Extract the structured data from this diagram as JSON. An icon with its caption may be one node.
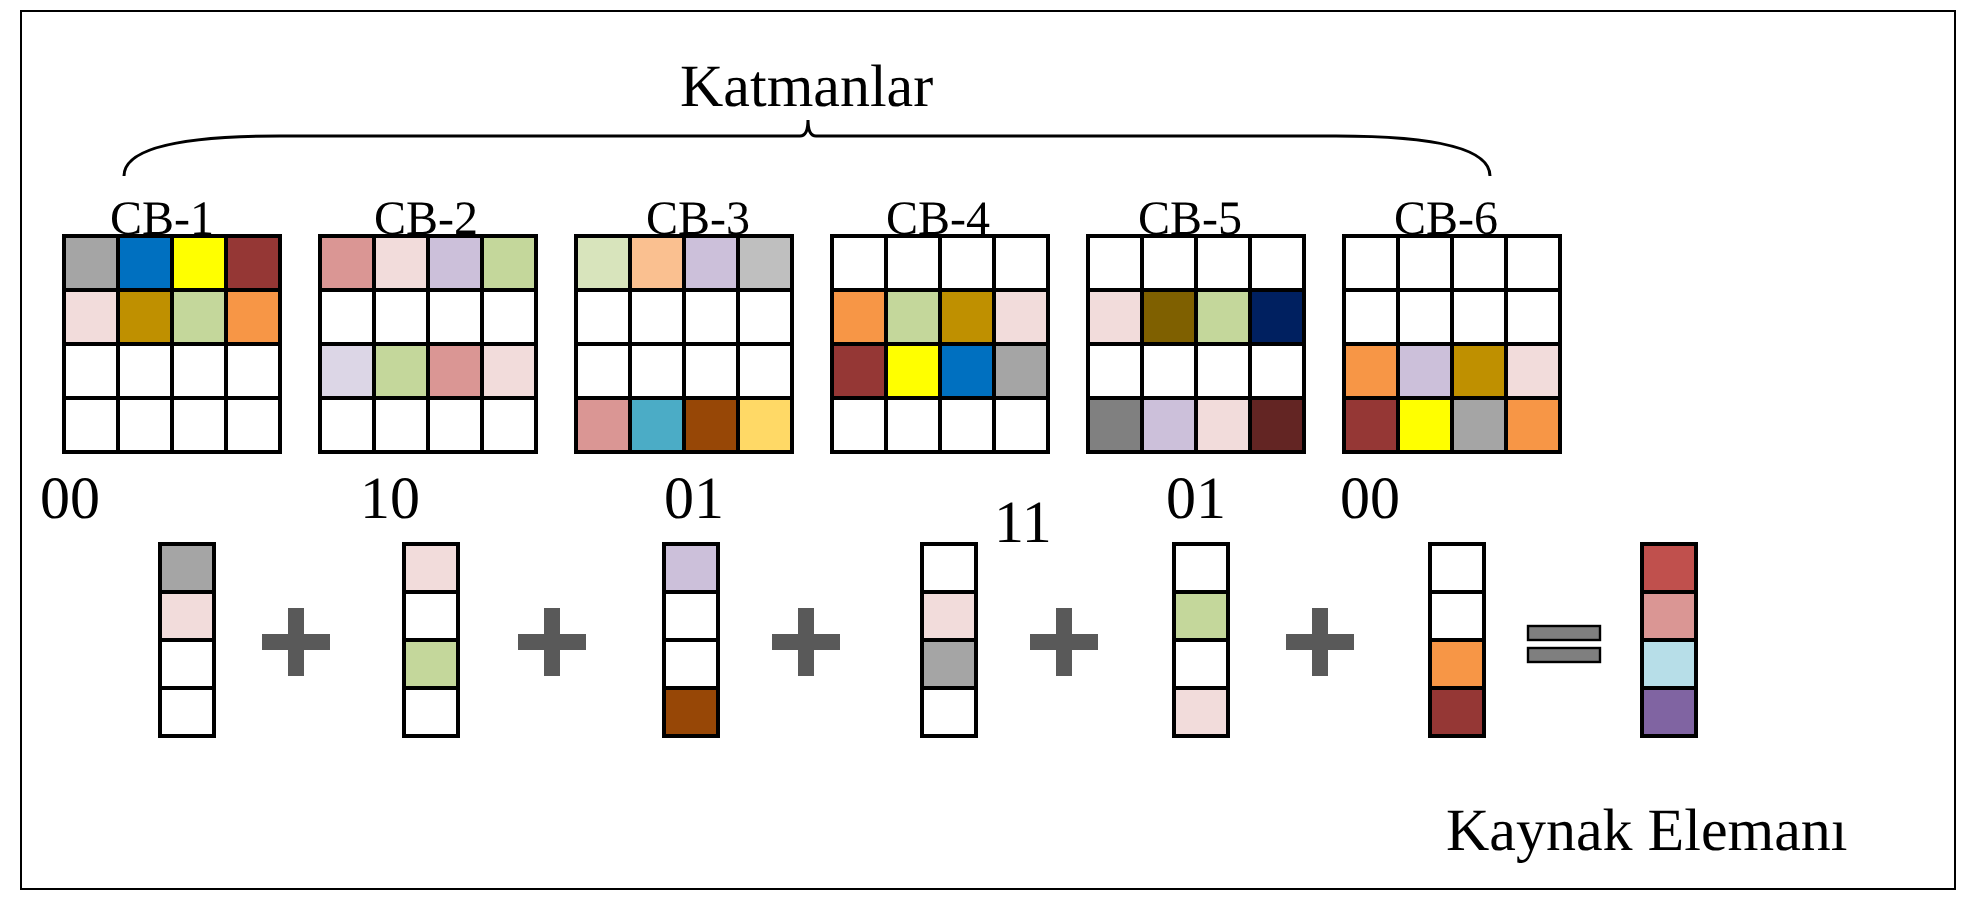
{
  "diagram": {
    "labels": [
      "Katmanlar",
      "CB-1",
      "CB-2",
      "CB-3",
      "CB-4",
      "CB-5",
      "CB-6",
      "00",
      "10",
      "01",
      "11",
      "01",
      "00",
      "Kaynak Elemanı"
    ]
  }
}
